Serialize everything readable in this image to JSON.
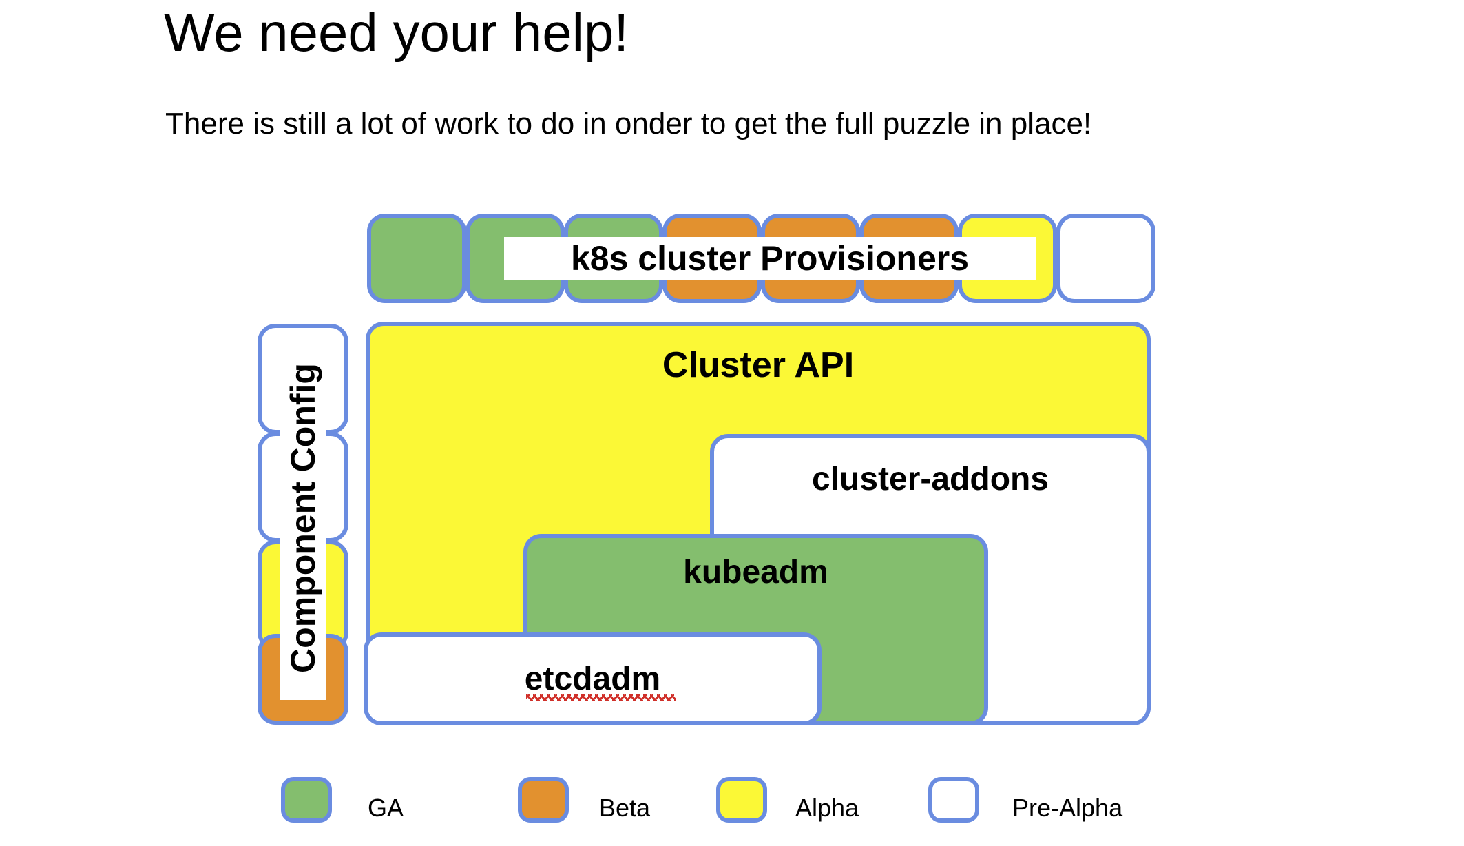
{
  "slide": {
    "title": "We need your help!",
    "subtitle": "There is still a lot of work to do in onder to get the full puzzle in place!"
  },
  "provisioners": {
    "banner_label": "k8s cluster Provisioners",
    "tiles": [
      {
        "status": "GA",
        "color": "#84BE6E"
      },
      {
        "status": "GA",
        "color": "#84BE6E"
      },
      {
        "status": "GA",
        "color": "#84BE6E"
      },
      {
        "status": "Beta",
        "color": "#E2912F"
      },
      {
        "status": "Beta",
        "color": "#E2912F"
      },
      {
        "status": "Beta",
        "color": "#E2912F"
      },
      {
        "status": "Alpha",
        "color": "#FBF836"
      },
      {
        "status": "Pre-Alpha",
        "color": "#FFFFFF"
      }
    ]
  },
  "component_config": {
    "label": "Component Config",
    "tiles": [
      {
        "status": "Pre-Alpha",
        "color": "#FFFFFF"
      },
      {
        "status": "Pre-Alpha",
        "color": "#FFFFFF"
      },
      {
        "status": "Alpha",
        "color": "#FBF836"
      },
      {
        "status": "Beta",
        "color": "#E2912F"
      }
    ]
  },
  "pieces": {
    "cluster_api": {
      "label": "Cluster API",
      "status": "Alpha"
    },
    "cluster_addons": {
      "label": "cluster-addons",
      "status": "Pre-Alpha"
    },
    "kubeadm": {
      "label": "kubeadm",
      "status": "GA"
    },
    "etcdadm": {
      "label": "etcdadm",
      "status": "Pre-Alpha",
      "misspelled": true
    }
  },
  "legend": {
    "items": [
      {
        "label": "GA",
        "color": "#84BE6E"
      },
      {
        "label": "Beta",
        "color": "#E2912F"
      },
      {
        "label": "Alpha",
        "color": "#FBF836"
      },
      {
        "label": "Pre-Alpha",
        "color": "#FFFFFF"
      }
    ]
  },
  "colors": {
    "border": "#6A8CE0",
    "ga": "#84BE6E",
    "beta": "#E2912F",
    "alpha": "#FBF836",
    "prealpha": "#FFFFFF"
  }
}
